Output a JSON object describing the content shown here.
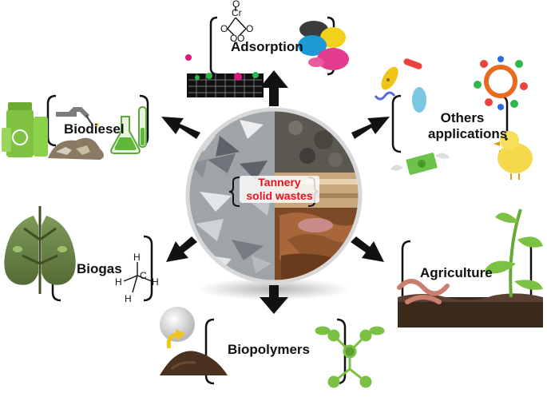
{
  "center": {
    "line1": "Tannery",
    "line2": "solid wastes",
    "label_color": "#e8101e"
  },
  "applications": {
    "adsorption": "Adsorption",
    "biodiesel": "Biodiesel",
    "others_line1": "Others",
    "others_line2": "applications",
    "biogas": "Biogas",
    "biopolymers": "Biopolymers",
    "agriculture": "Agriculture"
  },
  "chem_labels": {
    "chromium": "Cr",
    "oxygen": "O",
    "hydrogen": "H",
    "carbon": "C"
  },
  "colors": {
    "arrow": "#111111",
    "bracket": "#111111"
  }
}
